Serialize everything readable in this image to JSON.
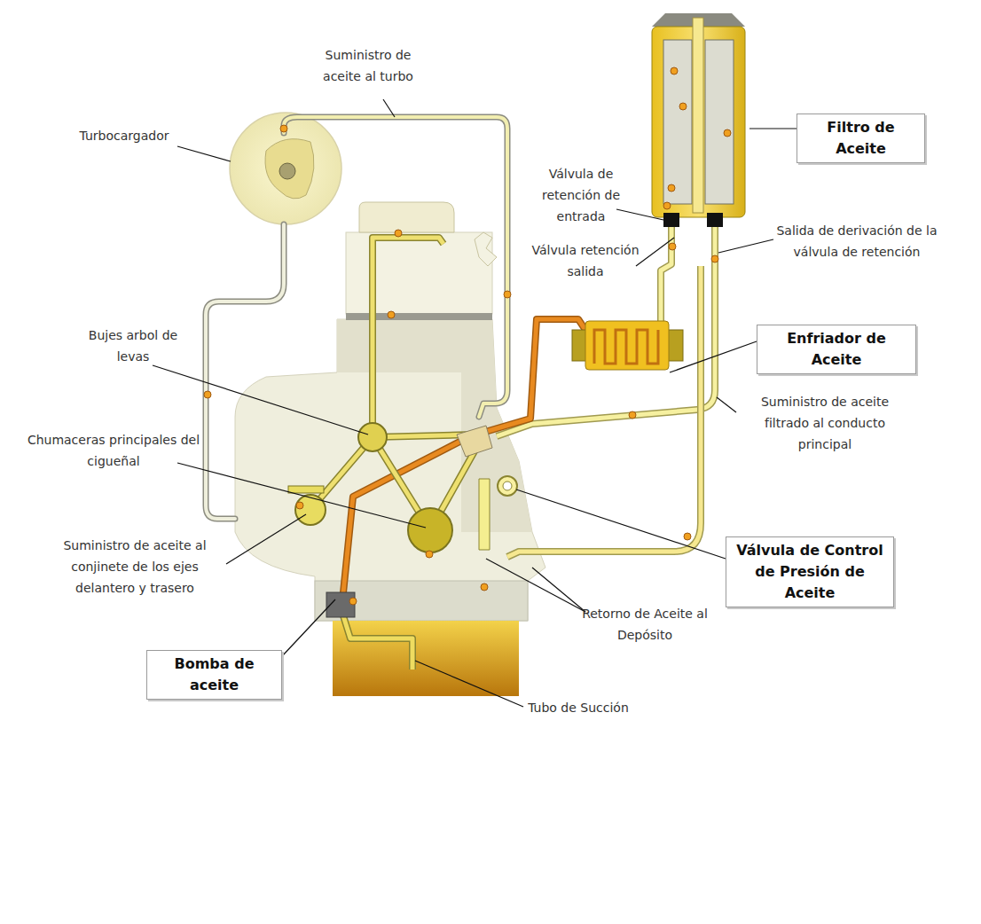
{
  "diagram": {
    "nodes": [
      {
        "text": [
          "Filtro de Aceite"
        ]
      },
      {
        "text": [
          "Enfriador de Aceite"
        ]
      },
      {
        "text": [
          "Válvula de Control de Presión de Aceite"
        ]
      },
      {
        "text": [
          "Bomba de aceite"
        ]
      }
    ],
    "labels": [
      "Suministro de aceite al turbo",
      "Turbocargador",
      "Válvula de retención de entrada",
      "Válvula retención salida",
      "Salida de derivación de la válvula de retención",
      "Bujes arbol de levas",
      "Suministro de aceite filtrado al conducto principal",
      "Chumaceras principales del cigueñal",
      "Suministro de aceite al conjinete de los ejes delantero y trasero",
      "Retorno de Aceite al Depósito",
      "Tubo de Succión"
    ]
  }
}
